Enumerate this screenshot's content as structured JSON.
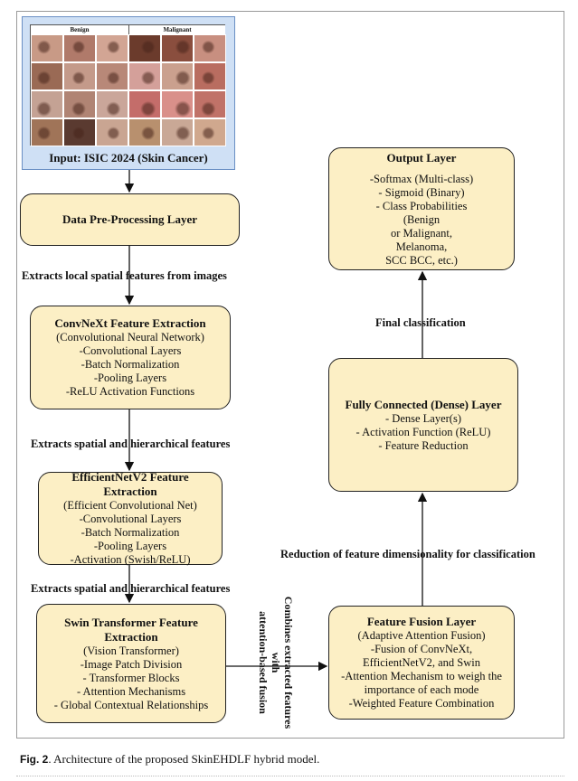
{
  "input": {
    "label": "Input: ISIC 2024 (Skin Cancer)",
    "benign_header": "Benign",
    "malignant_header": "Malignant"
  },
  "preprocess": {
    "title": "Data Pre-Processing Layer"
  },
  "edge1": "Extracts local spatial features from images",
  "convnext": {
    "title": "ConvNeXt Feature Extraction",
    "lines": [
      "(Convolutional Neural Network)",
      "-Convolutional Layers",
      "-Batch Normalization",
      "-Pooling Layers",
      "-ReLU Activation Functions"
    ]
  },
  "edge2": "Extracts spatial and hierarchical features",
  "effnet": {
    "title": "EfficientNetV2 Feature Extraction",
    "lines": [
      "(Efficient Convolutional Net)",
      "-Convolutional Layers",
      "-Batch Normalization",
      "-Pooling Layers",
      "-Activation (Swish/ReLU)"
    ]
  },
  "edge3": "Extracts spatial and hierarchical features",
  "swin": {
    "title_line1": "Swin Transformer Feature",
    "title_line2": "Extraction",
    "lines": [
      "(Vision Transformer)",
      "-Image Patch Division",
      "- Transformer Blocks",
      "- Attention Mechanisms",
      "- Global Contextual Relationships"
    ]
  },
  "edge4_lines": [
    "Combines extracted features",
    "with",
    "attention-based fusion"
  ],
  "fusion": {
    "title": "Feature Fusion Layer",
    "lines": [
      "(Adaptive Attention Fusion)",
      "-Fusion of ConvNeXt,",
      "EfficientNetV2, and Swin",
      "-Attention Mechanism to weigh the",
      "importance of each mode",
      "-Weighted Feature Combination"
    ]
  },
  "edge5": "Reduction of feature dimensionality for classification",
  "dense": {
    "title": "Fully Connected (Dense) Layer",
    "lines": [
      "- Dense Layer(s)",
      "- Activation Function (ReLU)",
      "- Feature Reduction"
    ]
  },
  "edge6": "Final classification",
  "output": {
    "title": "Output Layer",
    "lines": [
      "-Softmax (Multi-class)",
      "- Sigmoid (Binary)",
      "- Class Probabilities",
      "(Benign",
      "or Malignant,",
      "Melanoma,",
      "SCC BCC, etc.)"
    ]
  },
  "caption": {
    "label": "Fig. 2",
    "text": ".  Architecture of the proposed SkinEHDLF hybrid model."
  },
  "colors": {
    "box_fill": "#fcefc5",
    "input_fill": "#cfe0f5",
    "input_border": "#6a8fc4"
  }
}
